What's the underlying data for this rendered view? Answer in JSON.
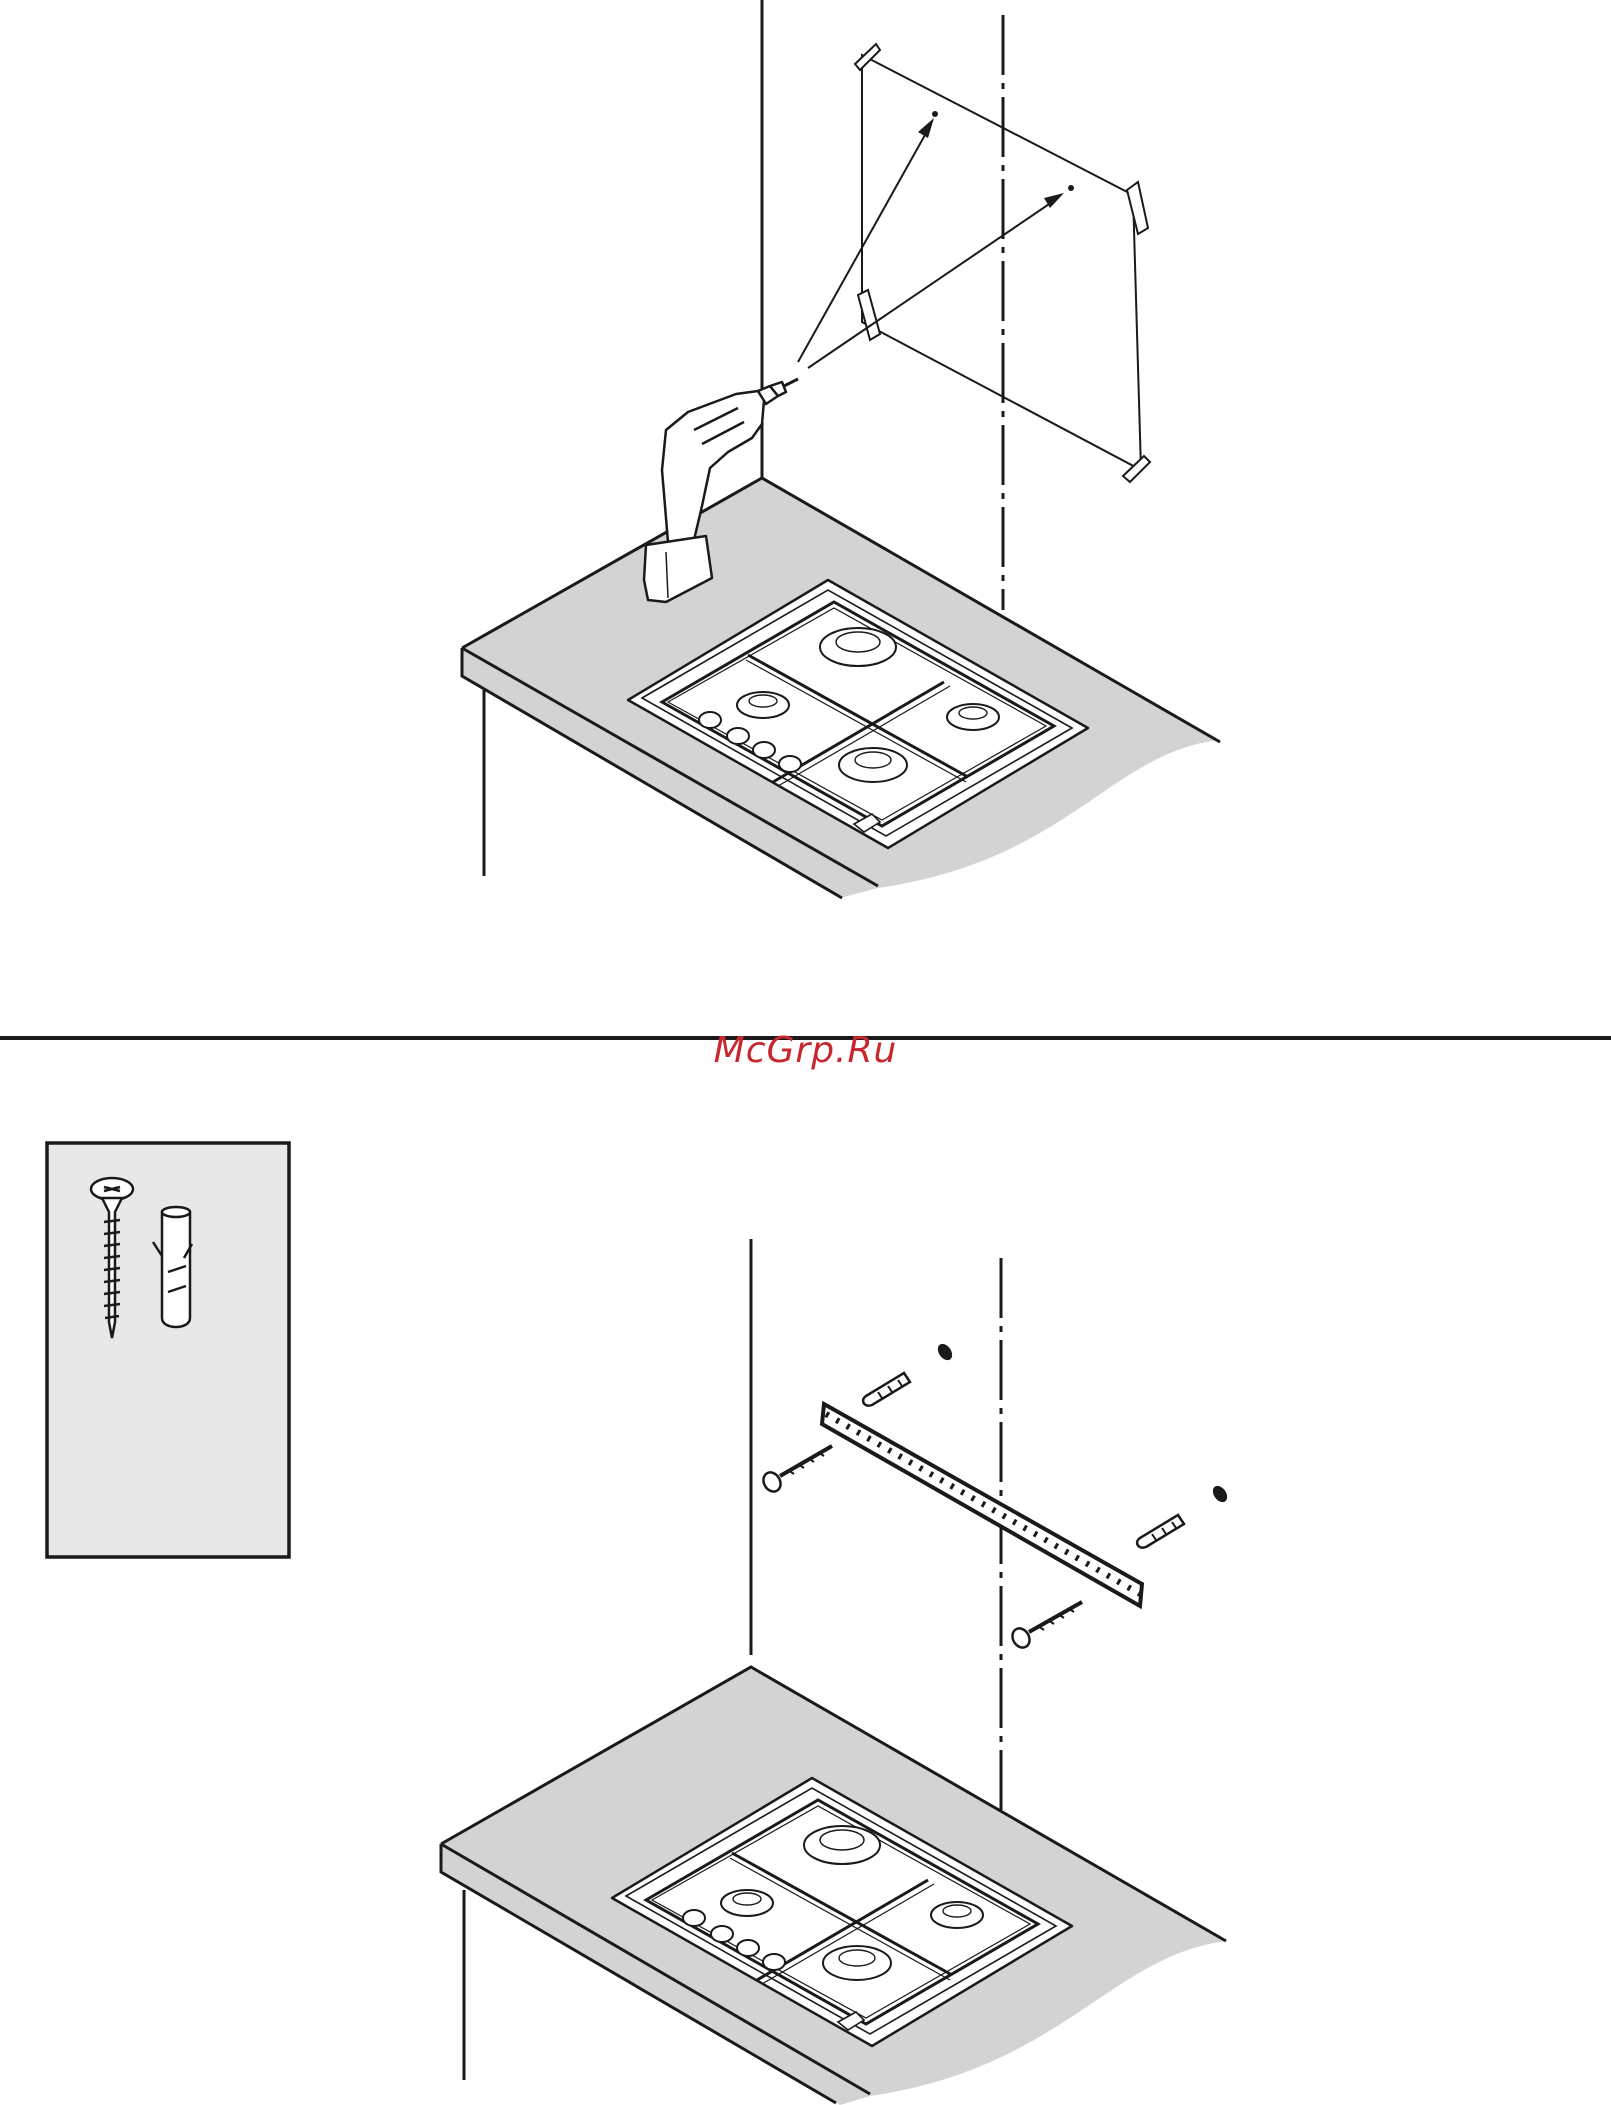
{
  "watermark": {
    "text": "McGrp.Ru",
    "color": "#c8282d"
  },
  "colors": {
    "line": "#1a1a1a",
    "counter_fill": "#d3d3d3",
    "inset_fill": "#e8e8e8",
    "background": "#ffffff"
  },
  "panels": [
    {
      "name": "drilling-step",
      "shows": [
        "wall-edge",
        "centre-line",
        "drill-icon",
        "hob-icon",
        "worktop",
        "marked-rectangle",
        "drill-holes"
      ]
    },
    {
      "name": "bracket-fixing-step",
      "shows": [
        "wall-edge",
        "centre-line",
        "wall-bracket",
        "screw-icon",
        "wall-plug-icon",
        "hob-icon",
        "worktop"
      ]
    },
    {
      "name": "fixings-inset",
      "shows": [
        "screw-icon",
        "wall-plug-icon"
      ]
    }
  ]
}
